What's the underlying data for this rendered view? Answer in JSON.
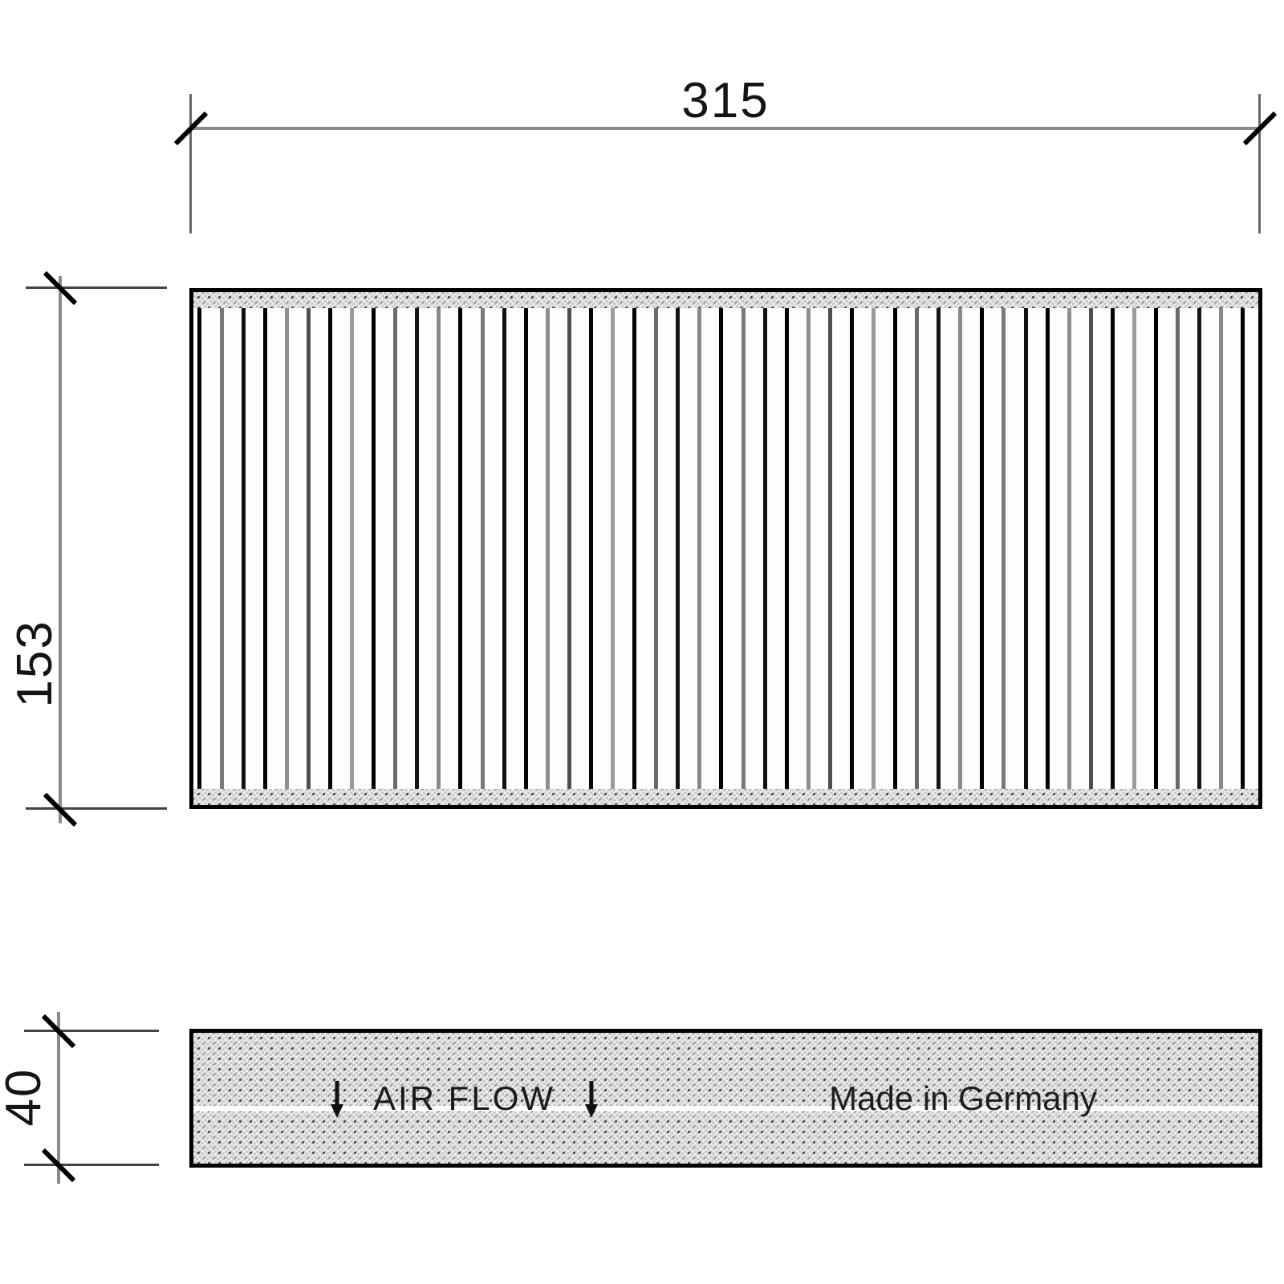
{
  "dimensions": {
    "width": "315",
    "height": "153",
    "depth": "40"
  },
  "side_view": {
    "air_flow_label": "AIR FLOW",
    "made_in_label": "Made in Germany",
    "icons": {
      "air_flow_arrow": "down-arrow"
    }
  },
  "plan_view": {
    "pleats": {
      "count": 49,
      "shades": [
        "#000000",
        "#787878",
        "#101010",
        "#000000",
        "#8e8e8e",
        "#4f4f4f",
        "#050505",
        "#9b9b9b",
        "#000000",
        "#6a6a6a",
        "#151515",
        "#898989"
      ]
    }
  },
  "colors": {
    "outline": "#000000",
    "dimension_line": "#8a8a8a",
    "extension_line": "#555555",
    "hatch_base": "#e6e6e6",
    "background": "#ffffff"
  }
}
